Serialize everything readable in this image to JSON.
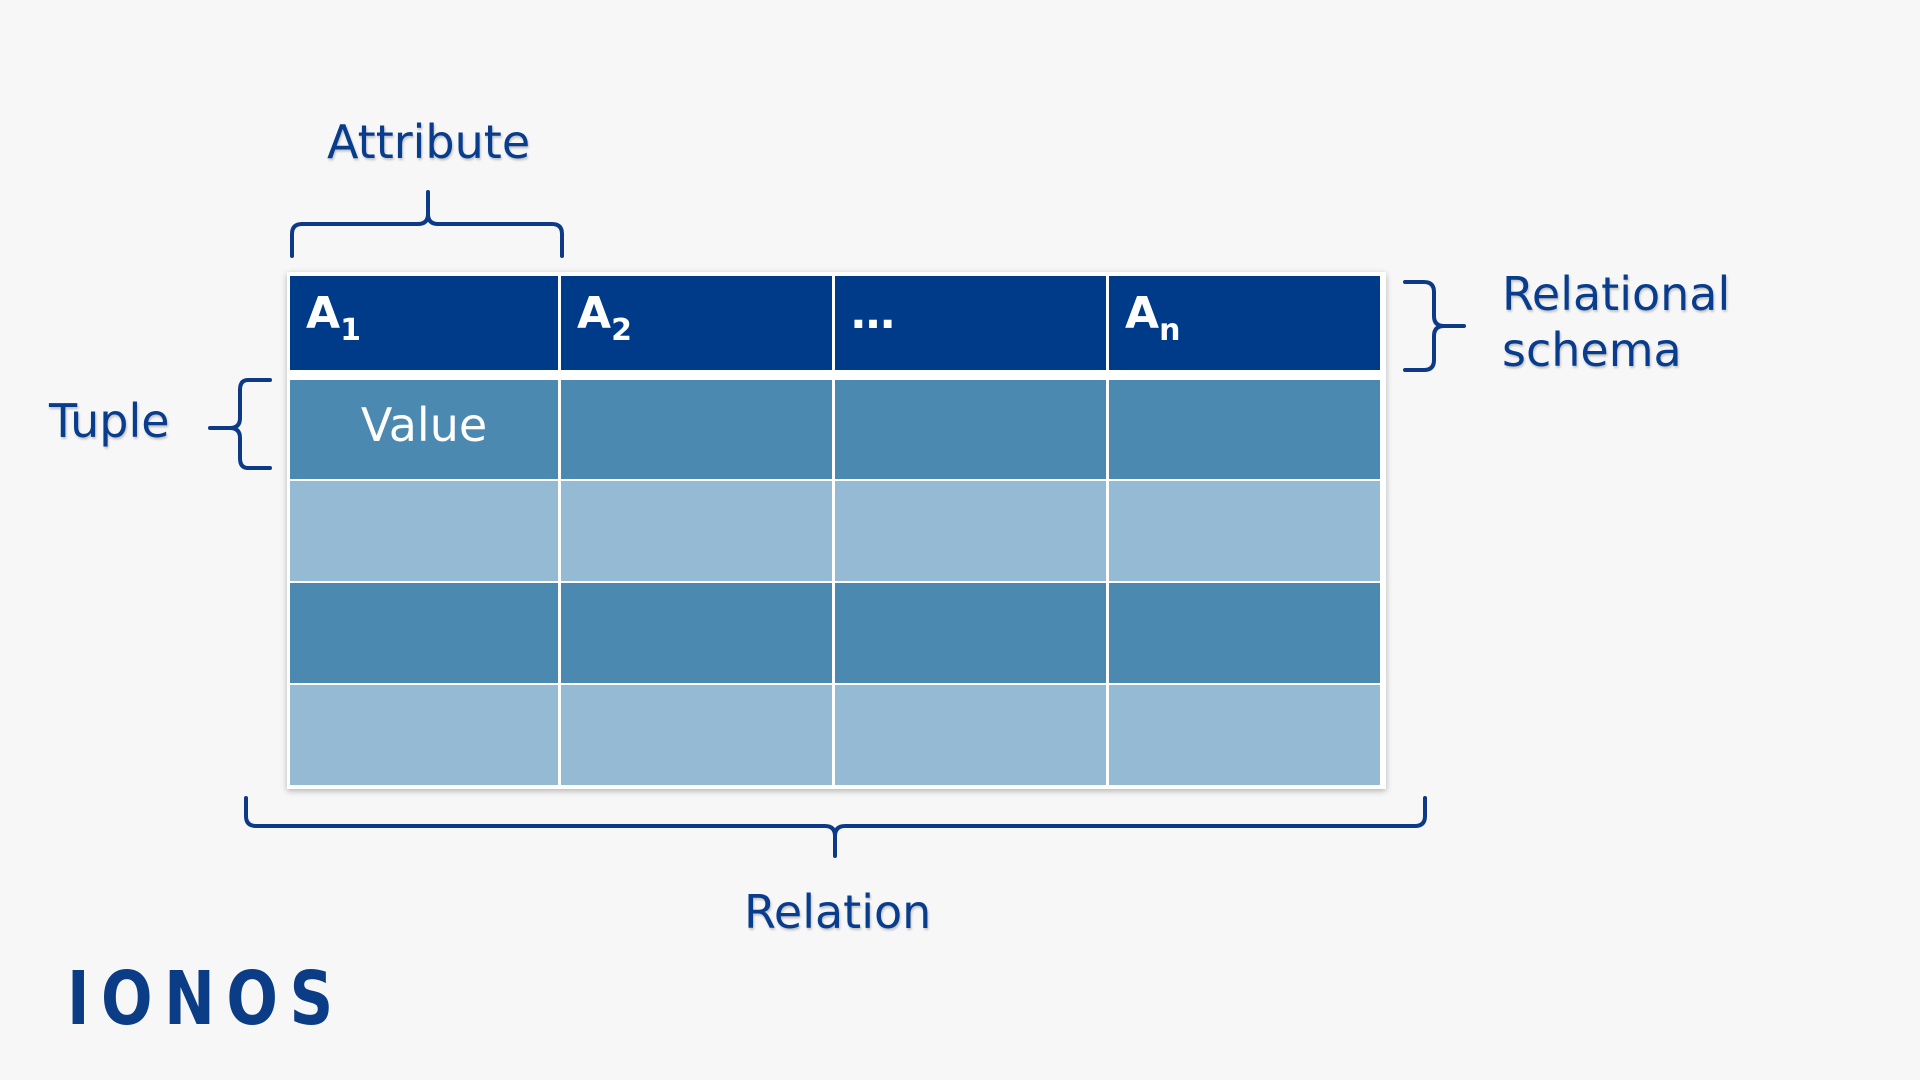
{
  "labels": {
    "attribute": "Attribute",
    "tuple": "Tuple",
    "relational_schema": "Relational schema",
    "relation": "Relation"
  },
  "table": {
    "headers": [
      {
        "base": "A",
        "sub": "1"
      },
      {
        "base": "A",
        "sub": "2"
      },
      {
        "base": "…",
        "sub": ""
      },
      {
        "base": "A",
        "sub": "n"
      }
    ],
    "rows": [
      [
        "Value",
        "",
        "",
        ""
      ],
      [
        "",
        "",
        "",
        ""
      ],
      [
        "",
        "",
        "",
        ""
      ],
      [
        "",
        "",
        "",
        ""
      ]
    ]
  },
  "logo": "IONOS",
  "colors": {
    "background": "#f7f7f7",
    "header": "#003b8a",
    "row_dark": "#4b89b0",
    "row_light": "#95bad4",
    "label_text": "#083c8c",
    "brace": "#0d3a86"
  }
}
